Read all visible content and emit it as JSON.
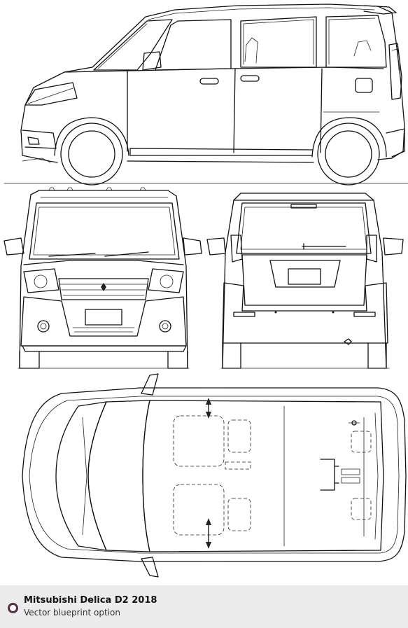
{
  "caption": {
    "title": "Mitsubishi Delica D2 2018",
    "subtitle": "Vector blueprint option",
    "accent_color": "#5a2e46",
    "icon": "ring-bullet-icon"
  },
  "views": [
    "side-view",
    "front-view",
    "rear-view",
    "top-view"
  ]
}
